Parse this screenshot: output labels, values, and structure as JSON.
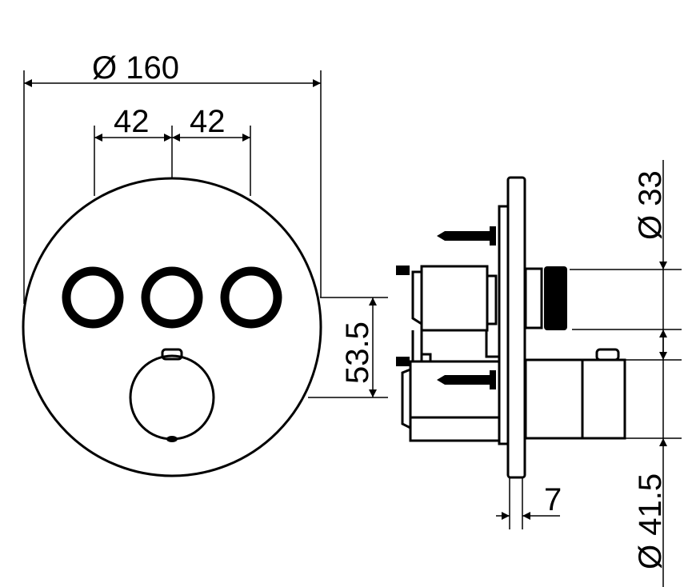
{
  "dimensions": {
    "overall_diameter": "Ø 160",
    "button_spacing_left": "42",
    "button_spacing_right": "42",
    "vertical_offset": "53.5",
    "button_diameter": "Ø 33",
    "plate_thickness": "7",
    "handle_diameter": "Ø 41.5"
  },
  "colors": {
    "line": "#000000",
    "background": "#ffffff"
  }
}
